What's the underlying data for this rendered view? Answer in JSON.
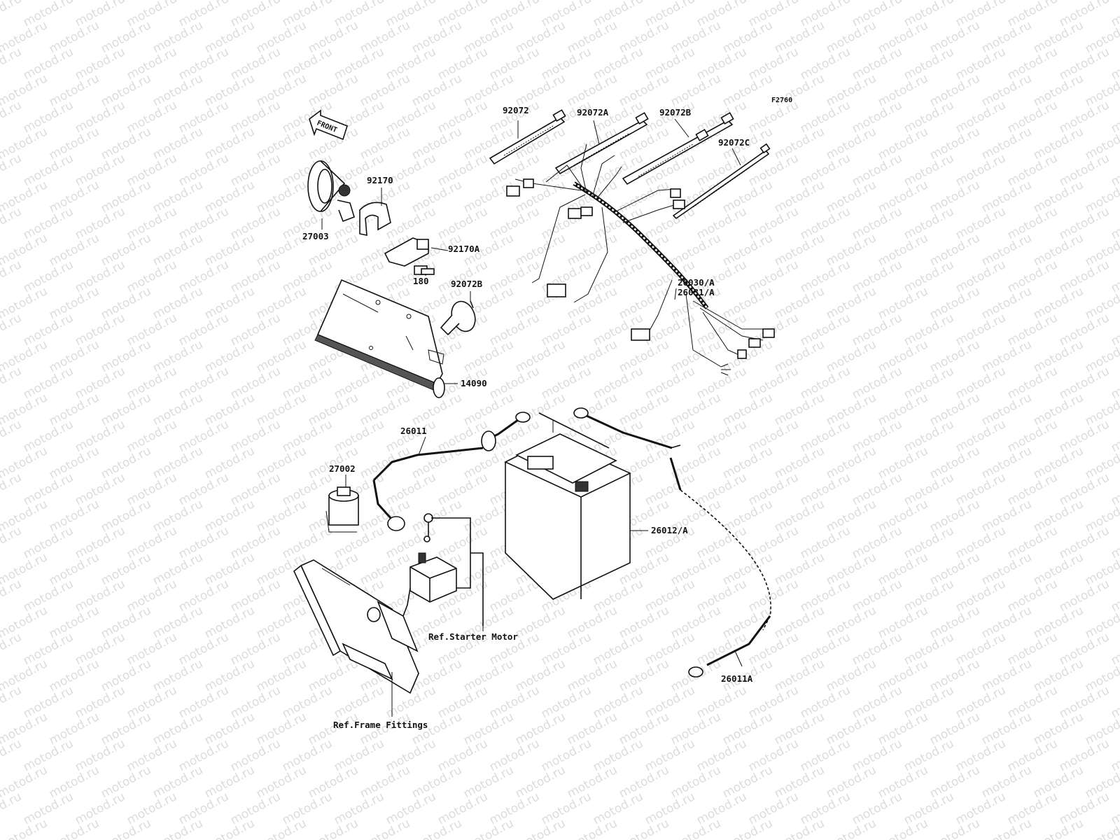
{
  "diagram_code": "F2760",
  "watermark_text": "motod.ru",
  "front_arrow_label": "FRONT",
  "labels": {
    "p92072": "92072",
    "p92072a": "92072A",
    "p92072b_top": "92072B",
    "p92072c": "92072C",
    "p92170": "92170",
    "p92170a": "92170A",
    "p27003": "27003",
    "p180": "180",
    "p92072b_mid": "92072B",
    "p14090": "14090",
    "p26030": "26030/A",
    "p26031": "26031/A",
    "p26011": "26011",
    "p27002": "27002",
    "p26012": "26012/A",
    "ref_starter": "Ref.Starter Motor",
    "p26011a": "26011A",
    "ref_frame": "Ref.Frame Fittings"
  },
  "colors": {
    "ink": "#111111",
    "watermark": "#dcdcdc",
    "background": "#ffffff"
  }
}
